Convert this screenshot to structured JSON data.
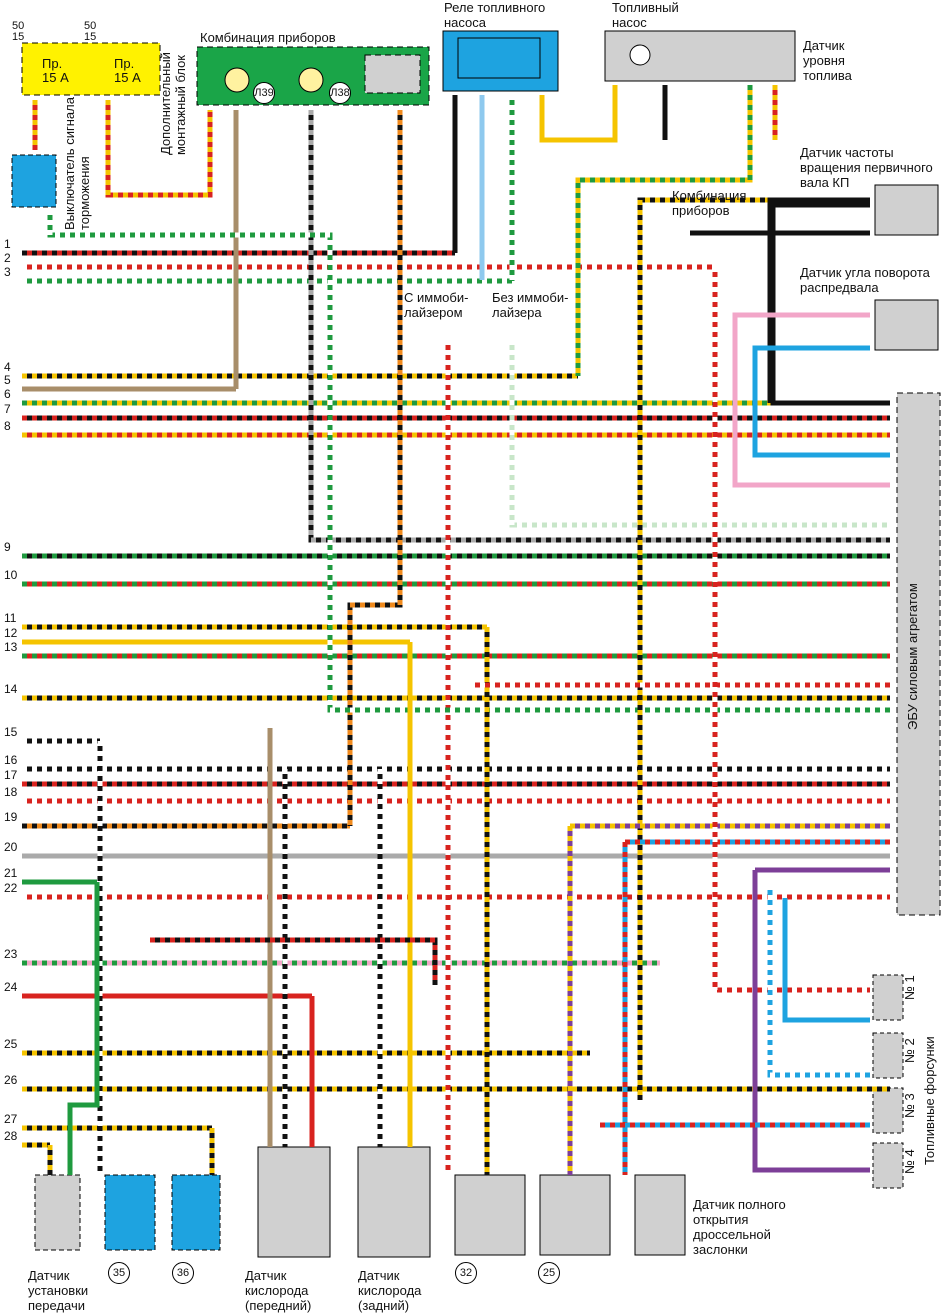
{
  "fuses": [
    {
      "top": "50",
      "bottom": "15",
      "label1": "Пр.",
      "label2": "15 А"
    },
    {
      "top": "50",
      "bottom": "15",
      "label1": "Пр.",
      "label2": "15 А"
    }
  ],
  "labels": {
    "mount_block": "Дополнительный монтажный блок",
    "brake_switch": "Выключатель сигнала торможения",
    "cluster": "Комбинация приборов",
    "lamp39": "Л39",
    "lamp38": "Л38",
    "relay": "Реле топливного насоса",
    "pump": "Топливный насос",
    "fuel_level": "Датчик уровня топлива",
    "shaft_speed": "Датчик частоты вращения первичного вала КП",
    "cluster2": "Комбинация приборов",
    "cam_sensor": "Датчик угла поворота распредвала",
    "with_immo": "С иммоби-лайзером",
    "without_immo": "Без иммоби-лайзера",
    "ecu": "ЭБУ силовым агрегатом",
    "injectors": "Топливные форсунки",
    "inj": [
      "№ 1",
      "№ 2",
      "№ 3",
      "№ 4"
    ],
    "throttle": "Датчик полного открытия дроссельной заслонки",
    "gear_sensor": "Датчик установки передачи",
    "o2_front": "Датчик кислорода (передний)",
    "o2_rear": "Датчик кислорода (задний)",
    "c35": "35",
    "c36": "36",
    "c32": "32",
    "c25": "25"
  },
  "wires": [
    {
      "n": "1",
      "c": [
        "#d8231f",
        "#111"
      ]
    },
    {
      "n": "2",
      "c": [
        "#d8231f",
        "#fff"
      ]
    },
    {
      "n": "3",
      "c": [
        "#1f9a3f",
        "#fff"
      ]
    },
    {
      "n": "4",
      "c": [
        "#111",
        "#f5c400"
      ]
    },
    {
      "n": "5",
      "c": [
        "#a88e6a",
        "#a88e6a"
      ]
    },
    {
      "n": "6",
      "c": [
        "#f5c400",
        "#1f9a3f"
      ]
    },
    {
      "n": "7",
      "c": [
        "#111",
        "#d8231f"
      ]
    },
    {
      "n": "8",
      "c": [
        "#d8231f",
        "#f5c400"
      ]
    },
    {
      "n": "9",
      "c": [
        "#111",
        "#1f9a3f"
      ]
    },
    {
      "n": "10",
      "c": [
        "#d8231f",
        "#1f9a3f"
      ]
    },
    {
      "n": "11",
      "c": [
        "#111",
        "#f5c400"
      ]
    },
    {
      "n": "12",
      "c": [
        "#f5c400",
        "#f5c400"
      ]
    },
    {
      "n": "13",
      "c": [
        "#d8231f",
        "#1f9a3f"
      ]
    },
    {
      "n": "14",
      "c": [
        "#111",
        "#f5c400"
      ]
    },
    {
      "n": "15",
      "c": [
        "#111",
        "#fff"
      ]
    },
    {
      "n": "16",
      "c": [
        "#111",
        "#fff"
      ]
    },
    {
      "n": "17",
      "c": [
        "#111",
        "#d8231f"
      ]
    },
    {
      "n": "18",
      "c": [
        "#d8231f",
        "#fff"
      ]
    },
    {
      "n": "19",
      "c": [
        "#ef8a1e",
        "#111"
      ]
    },
    {
      "n": "20",
      "c": [
        "#aaa",
        "#aaa"
      ]
    },
    {
      "n": "21",
      "c": [
        "#1f9a3f",
        "#1f9a3f"
      ]
    },
    {
      "n": "22",
      "c": [
        "#d8231f",
        "#fff"
      ]
    },
    {
      "n": "23",
      "c": [
        "#f2a6c8",
        "#1f9a3f"
      ]
    },
    {
      "n": "24",
      "c": [
        "#d8231f",
        "#d8231f"
      ]
    },
    {
      "n": "25",
      "c": [
        "#111",
        "#f5c400"
      ]
    },
    {
      "n": "26",
      "c": [
        "#111",
        "#f5c400"
      ]
    },
    {
      "n": "27",
      "c": [
        "#111",
        "#f5c400"
      ]
    },
    {
      "n": "28",
      "c": [
        "#111",
        "#f5c400"
      ]
    }
  ],
  "colors": {
    "fuse_block": "#fff200",
    "cluster": "#1aa548",
    "relay": "#1ea3e0",
    "component": "#d0d0d0",
    "ecu": "#d0d0d0"
  }
}
